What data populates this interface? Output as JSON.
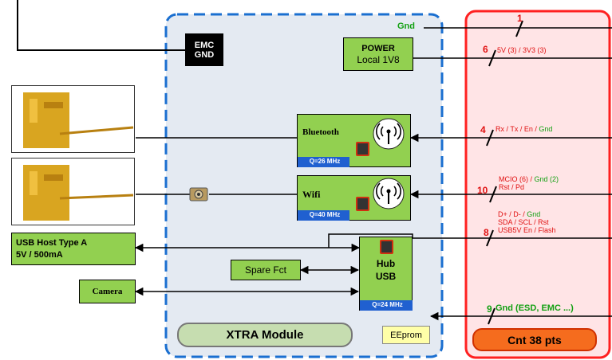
{
  "module": {
    "emc_gnd": [
      "EMC",
      "GND"
    ],
    "power": [
      "POWER",
      "Local 1V8"
    ],
    "bluetooth": {
      "label": "Bluetooth",
      "freq": "Q=26 MHz"
    },
    "wifi": {
      "label": "Wifi",
      "freq": "Q=40 MHz"
    },
    "hub": {
      "label": [
        "Hub",
        "USB"
      ],
      "freq": "Q=24 MHz"
    },
    "spare": "Spare Fct",
    "title": "XTRA Module",
    "eeprom": "EEprom"
  },
  "external": {
    "usb_host": [
      "USB Host Type A",
      "5V / 500mA"
    ],
    "camera": "Camera"
  },
  "connector": {
    "title": "Cnt 38 pts",
    "gnd_label": "Gnd",
    "signals": [
      {
        "count": "1",
        "lines": []
      },
      {
        "count": "6",
        "lines": [
          [
            {
              "t": "5V (3) / 3V3 (3)",
              "c": "red"
            }
          ]
        ]
      },
      {
        "count": "4",
        "lines": [
          [
            {
              "t": "Rx / Tx / En / ",
              "c": "red"
            },
            {
              "t": "Gnd",
              "c": "gr"
            }
          ]
        ]
      },
      {
        "count": "10",
        "lines": [
          [
            {
              "t": "MCIO (6) / ",
              "c": "red"
            },
            {
              "t": "Gnd (2)",
              "c": "gr"
            }
          ],
          [
            {
              "t": "Rst / Pd",
              "c": "red"
            }
          ]
        ]
      },
      {
        "count": "8",
        "lines": [
          [
            {
              "t": "D+ / D- / ",
              "c": "red"
            },
            {
              "t": "Gnd",
              "c": "gr"
            }
          ],
          [
            {
              "t": "SDA / SCL / Rst",
              "c": "red"
            }
          ],
          [
            {
              "t": "USB5V En / Flash",
              "c": "red"
            }
          ]
        ]
      },
      {
        "count": "9",
        "lines": [
          [
            {
              "t": "Gnd (ESD, EMC ...)",
              "c": "gr"
            }
          ]
        ]
      }
    ]
  }
}
